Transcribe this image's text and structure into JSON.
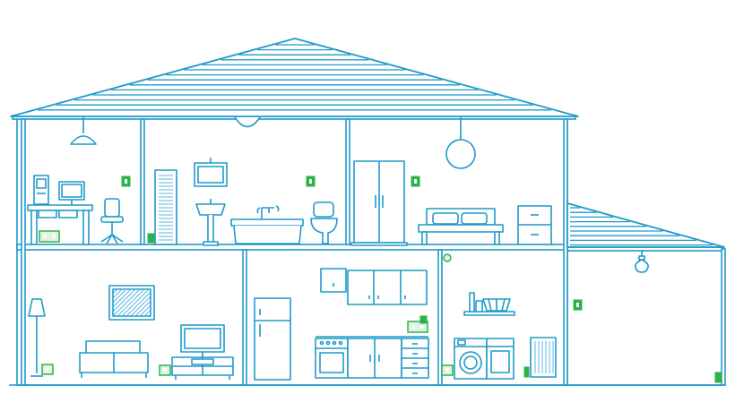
{
  "scene": {
    "subject": "house-cutaway-illustration",
    "colors": {
      "outline": "#1f9ac9",
      "fill": "#ffffff",
      "accent": "#2bb34a",
      "accent_light": "#dff4e4",
      "line_thin": "#5bb7dc"
    },
    "rooms": [
      {
        "id": "office",
        "floor": "upper"
      },
      {
        "id": "bathroom",
        "floor": "upper"
      },
      {
        "id": "bedroom",
        "floor": "upper"
      },
      {
        "id": "living-room",
        "floor": "ground"
      },
      {
        "id": "kitchen",
        "floor": "ground"
      },
      {
        "id": "laundry",
        "floor": "ground"
      },
      {
        "id": "garage",
        "floor": "ground"
      }
    ],
    "icons": [
      "roof-icon",
      "ceiling-lamp-icon",
      "desk-icon",
      "computer-icon",
      "monitor-icon",
      "office-chair-icon",
      "radiator-icon",
      "mirror-icon",
      "sink-icon",
      "bathtub-icon",
      "toilet-icon",
      "wardrobe-icon",
      "pendant-lamp-icon",
      "bed-icon",
      "nightstand-icon",
      "floor-lamp-icon",
      "painting-icon",
      "sofa-icon",
      "tv-icon",
      "tv-stand-icon",
      "fridge-icon",
      "kitchen-cabinets-icon",
      "oven-icon",
      "shelf-icon",
      "basket-icon",
      "washing-machine-icon",
      "lightbulb-icon",
      "power-socket-icon",
      "smart-plug-icon"
    ]
  }
}
